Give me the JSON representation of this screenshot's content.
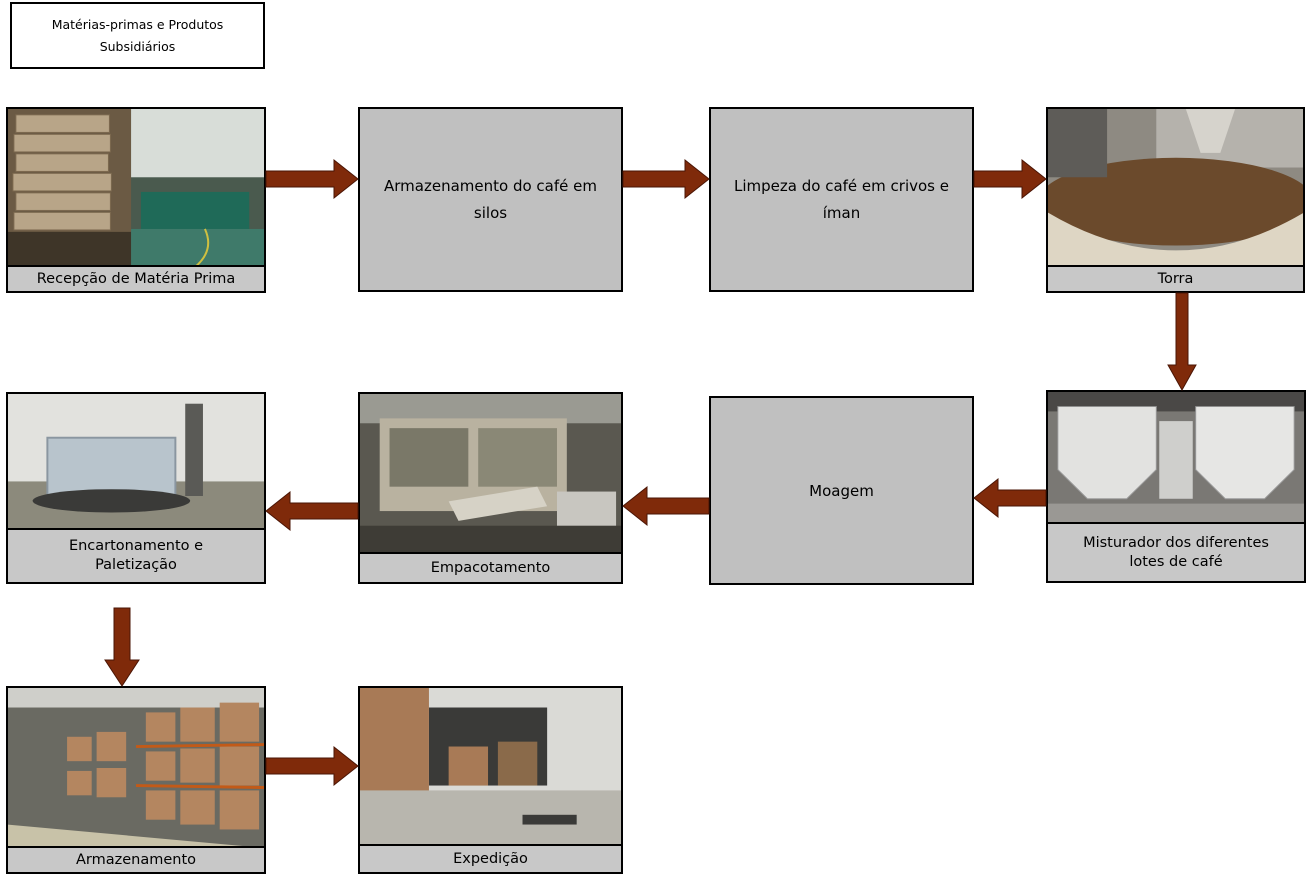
{
  "header": {
    "text": "Matérias-primas e Produtos\nSubsidiários"
  },
  "steps": {
    "rececao": "Recepção de Matéria Prima",
    "armazenamento_silos": "Armazenamento do café em\nsilos",
    "limpeza": "Limpeza do café em crivos e\níman",
    "torra": "Torra",
    "misturador": "Misturador dos diferentes\nlotes de café",
    "moagem": "Moagem",
    "empacotamento": "Empacotamento",
    "encartonamento": "Encartonamento e\nPaletização",
    "armazenamento": "Armazenamento",
    "expedicao": "Expedição"
  },
  "colors": {
    "arrow": "#7f2a0a",
    "process_box": "#c0c0c0",
    "caption": "#c8c8c8"
  }
}
